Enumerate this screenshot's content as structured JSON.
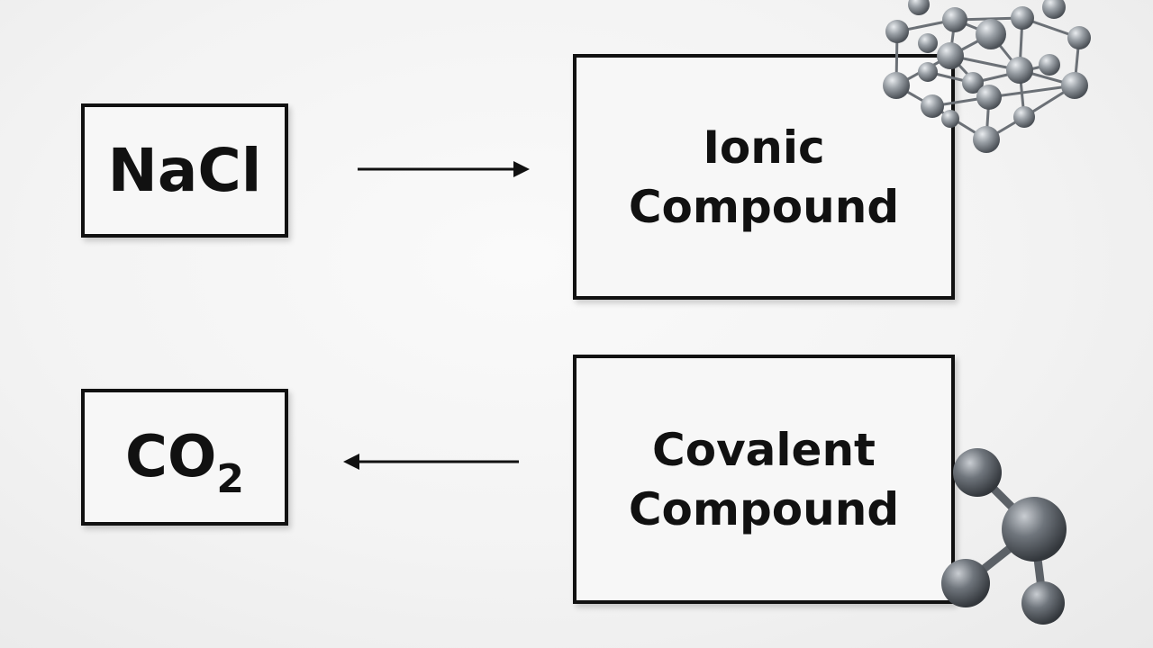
{
  "nodes": {
    "nacl": {
      "formula": "NaCl"
    },
    "co2": {
      "base": "CO",
      "subscript": "2"
    },
    "ionic": {
      "line1": "Ionic",
      "line2": "Compound"
    },
    "covalent": {
      "line1": "Covalent",
      "line2": "Compound"
    }
  },
  "edges": [
    {
      "from": "nacl",
      "to": "ionic"
    },
    {
      "from": "covalent",
      "to": "co2"
    }
  ],
  "icons": {
    "ionic_lattice": "crystal-lattice-icon",
    "covalent_molecule": "molecule-icon"
  },
  "colors": {
    "stroke": "#111111",
    "atom": "#8a8f95"
  }
}
